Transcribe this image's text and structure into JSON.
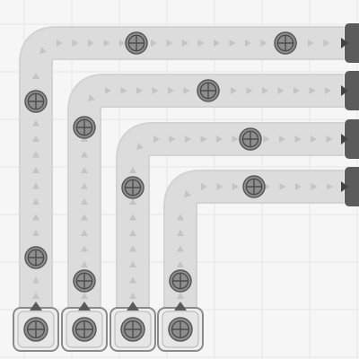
{
  "colors": {
    "background": "#f6f6f6",
    "grid": "#e7e7e7",
    "belt": "#dcdcdc",
    "belt_arrow": "#c4c4c4",
    "item": "#8e8e8e",
    "output": "#5b5b5b"
  },
  "icons": {
    "item": "circle-crosshair-icon",
    "arrow": "triangle-arrow-icon",
    "output": "output-port-icon",
    "socket": "input-socket-icon"
  },
  "belts": [
    {
      "id": "belt-1",
      "source": "socket-1",
      "target": "output-1",
      "items_in_transit": 4
    },
    {
      "id": "belt-2",
      "source": "socket-2",
      "target": "output-2",
      "items_in_transit": 3
    },
    {
      "id": "belt-3",
      "source": "socket-3",
      "target": "output-3",
      "items_in_transit": 2
    },
    {
      "id": "belt-4",
      "source": "socket-4",
      "target": "output-4",
      "items_in_transit": 2
    }
  ],
  "sockets": [
    {
      "id": "socket-1",
      "has_item": true
    },
    {
      "id": "socket-2",
      "has_item": true
    },
    {
      "id": "socket-3",
      "has_item": true
    },
    {
      "id": "socket-4",
      "has_item": true
    }
  ],
  "outputs": [
    {
      "id": "output-1"
    },
    {
      "id": "output-2"
    },
    {
      "id": "output-3"
    },
    {
      "id": "output-4"
    }
  ]
}
